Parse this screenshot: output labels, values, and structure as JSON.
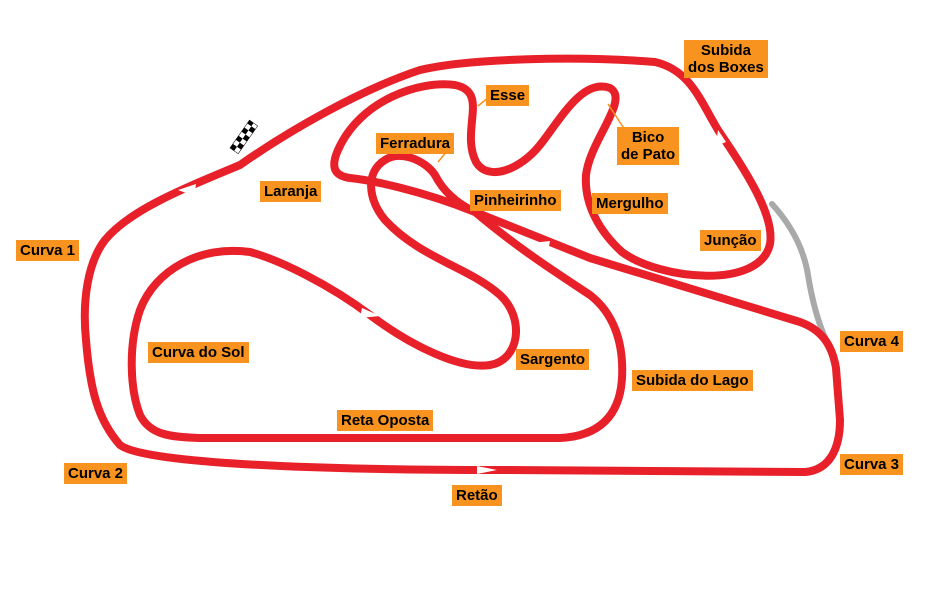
{
  "colors": {
    "track": "#e8202a",
    "track_edge": "#ffffff",
    "pit_lane": "#a9a9a9",
    "label_bg": "#f7931e",
    "label_text": "#000000"
  },
  "labels": {
    "subida_boxes_1": "Subida",
    "subida_boxes_2": "dos Boxes",
    "esse": "Esse",
    "ferradura": "Ferradura",
    "bico_1": "Bico",
    "bico_2": "de Pato",
    "laranja": "Laranja",
    "pinheirinho": "Pinheirinho",
    "mergulho": "Mergulho",
    "juncao": "Junção",
    "curva1": "Curva 1",
    "curva4": "Curva 4",
    "curva_do_sol": "Curva do Sol",
    "sargento": "Sargento",
    "subida_do_lago": "Subida do Lago",
    "reta_oposta": "Reta Oposta",
    "curva2": "Curva 2",
    "curva3": "Curva 3",
    "retao": "Retão"
  },
  "icons": {
    "start_finish": "checkered-flag-icon",
    "direction": "arrow-icon"
  }
}
